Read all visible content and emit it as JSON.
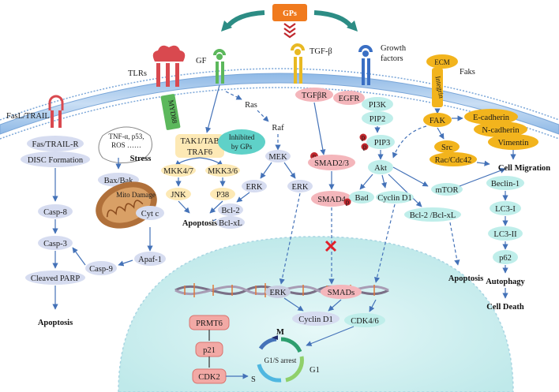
{
  "gps": "GPs",
  "receptors": {
    "tlrs": "TLRs",
    "gf": "GF",
    "tgfb": "TGF-β",
    "growth_factors_line1": "Growth",
    "growth_factors_line2": "factors",
    "fasl_trail": "FasL/TRAIL",
    "ecm": "ECM",
    "faks": "Faks",
    "integrin": "Integrin",
    "myd88": "MYD88"
  },
  "nodes": {
    "fas_trail_r": "Fas/TRAIL-R",
    "disc_formation": "DISC Formation",
    "casp8": "Casp-8",
    "casp3": "Casp-3",
    "cleaved_parp": "Cleaved PARP",
    "apoptosis_left": "Apoptosis",
    "stress_line1": "TNF-α, p53,",
    "stress_line2": "ROS ……",
    "stress": "Stress",
    "bax_bak": "Bax/Bak",
    "mito_damage": "Mito Damage",
    "cyt_c": "Cyt c",
    "apaf1": "Apaf-1",
    "casp9": "Casp-9",
    "tak1_tab": "TAK1/TAB",
    "traf6": "TRAF6",
    "mkk47": "MKK4/7",
    "mkk36": "MKK3/6",
    "jnk": "JNK",
    "p38": "P38",
    "apoptosis_mid": "Apoptosis",
    "ras": "Ras",
    "raf": "Raf",
    "inhibited_line1": "Inhibited",
    "inhibited_line2": "by GPs",
    "mek": "MEK",
    "erk1": "ERK",
    "erk2": "ERK",
    "bcl2": "Bcl-2",
    "bclxl": "Bcl-xL",
    "tgfbr": "TGFβR",
    "egfr": "EGFR",
    "smad23": "SMAD2/3",
    "smad4": "SMAD4",
    "p_label": "p",
    "pi3k": "PI3K",
    "pip2": "PIP2",
    "pip3": "PIP3",
    "akt": "Akt",
    "bad": "Bad",
    "cyclin_d1_top": "Cyclin D1",
    "bcl2_bclxl": "Bcl-2 /Bcl-xL",
    "apoptosis_right": "Apoptosis",
    "mtor": "mTOR",
    "fak": "FAK",
    "src": "Src",
    "rac_cdc42": "Rac/Cdc42",
    "e_cadherin": "E-cadherin",
    "n_cadherin": "N-cadherin",
    "vimentin": "Vimentin",
    "cell_migration": "Cell Migration",
    "beclin1": "Beclin-1",
    "lc3i": "LC3-I",
    "lc3ii": "LC3-II",
    "p62": "p62",
    "autophagy": "Autophagy",
    "cell_death": "Cell Death"
  },
  "nucleus": {
    "erk": "ERK",
    "smads": "SMADs",
    "cyclin_d1": "Cyclin D1",
    "cdk46": "CDK4/6",
    "prmt6": "PRMT6",
    "p21": "p21",
    "cdk2": "CDK2",
    "cycle_center": "G1/S arrest",
    "phase_m": "M",
    "phase_g1": "G1",
    "phase_s": "S"
  }
}
